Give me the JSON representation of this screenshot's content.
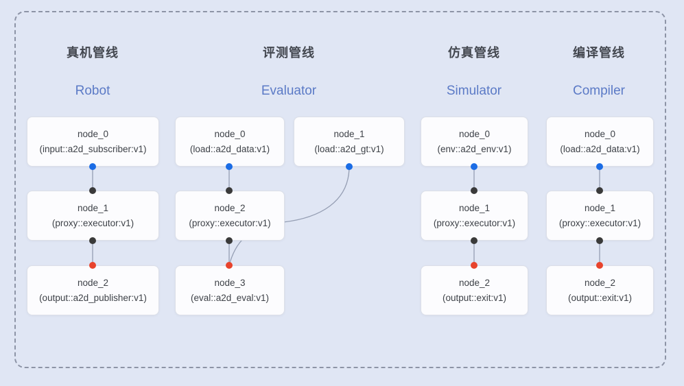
{
  "colors": {
    "background": "#e0e6f4",
    "frame_dash": "#8d94a6",
    "node_bg": "#fcfcfe",
    "node_border": "#dcdfe8",
    "node_text": "#3d4147",
    "title_zh": "#43474f",
    "title_en": "#5b7ac6",
    "edge": "#959eb3",
    "port_blue": "#1b6ce5",
    "port_dark": "#3a3a3a",
    "port_red": "#e8432c"
  },
  "pipelines": [
    {
      "id": "robot",
      "title_zh": "真机管线",
      "title_en": "Robot",
      "nodes": [
        {
          "name": "node_0",
          "type": "(input::a2d_subscriber:v1)",
          "ports": [
            "out:blue"
          ]
        },
        {
          "name": "node_1",
          "type": "(proxy::executor:v1)",
          "ports": [
            "in:dark",
            "out:dark"
          ]
        },
        {
          "name": "node_2",
          "type": "(output::a2d_publisher:v1)",
          "ports": [
            "in:red"
          ]
        }
      ],
      "edges": [
        [
          "node_0",
          "node_1"
        ],
        [
          "node_1",
          "node_2"
        ]
      ]
    },
    {
      "id": "evaluator",
      "title_zh": "评测管线",
      "title_en": "Evaluator",
      "nodes": [
        {
          "name": "node_0",
          "type": "(load::a2d_data:v1)",
          "ports": [
            "out:blue"
          ]
        },
        {
          "name": "node_1",
          "type": "(load::a2d_gt:v1)",
          "ports": [
            "out:blue"
          ]
        },
        {
          "name": "node_2",
          "type": "(proxy::executor:v1)",
          "ports": [
            "in:dark",
            "out:dark"
          ]
        },
        {
          "name": "node_3",
          "type": "(eval::a2d_eval:v1)",
          "ports": [
            "in:red"
          ]
        }
      ],
      "edges": [
        [
          "node_0",
          "node_2"
        ],
        [
          "node_2",
          "node_3"
        ],
        [
          "node_1",
          "node_3"
        ]
      ]
    },
    {
      "id": "simulator",
      "title_zh": "仿真管线",
      "title_en": "Simulator",
      "nodes": [
        {
          "name": "node_0",
          "type": "(env::a2d_env:v1)",
          "ports": [
            "out:blue"
          ]
        },
        {
          "name": "node_1",
          "type": "(proxy::executor:v1)",
          "ports": [
            "in:dark",
            "out:dark"
          ]
        },
        {
          "name": "node_2",
          "type": "(output::exit:v1)",
          "ports": [
            "in:red"
          ]
        }
      ],
      "edges": [
        [
          "node_0",
          "node_1"
        ],
        [
          "node_1",
          "node_2"
        ]
      ]
    },
    {
      "id": "compiler",
      "title_zh": "编译管线",
      "title_en": "Compiler",
      "nodes": [
        {
          "name": "node_0",
          "type": "(load::a2d_data:v1)",
          "ports": [
            "out:blue"
          ]
        },
        {
          "name": "node_1",
          "type": "(proxy::executor:v1)",
          "ports": [
            "in:dark",
            "out:dark"
          ]
        },
        {
          "name": "node_2",
          "type": "(output::exit:v1)",
          "ports": [
            "in:red"
          ]
        }
      ],
      "edges": [
        [
          "node_0",
          "node_1"
        ],
        [
          "node_1",
          "node_2"
        ]
      ]
    }
  ]
}
